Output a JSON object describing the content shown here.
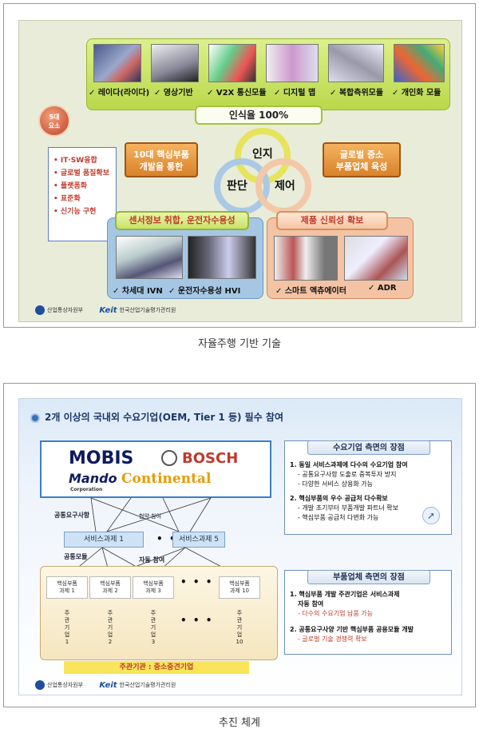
{
  "slide1": {
    "tech_items": [
      "✓ 레이다(라이다)",
      "✓ 영상기반",
      "✓ V2X 통신모듈",
      "✓ 디지털 맵",
      "✓ 복합측위모듈",
      "✓ 개인화 모듈"
    ],
    "recognition_rate": "인식율 100%",
    "circle_label": [
      "5대",
      "요소"
    ],
    "left_list": [
      "• IT·SW융합",
      "• 글로벌 품질확보",
      "• 플랫폼화",
      "• 표준화",
      "• 신기능 구현"
    ],
    "core_parts_box": [
      "10대 핵심부품",
      "개발을 통한"
    ],
    "global_sme_box": [
      "글로벌 중소",
      "부품업체 육성"
    ],
    "circles": [
      "인지",
      "판단",
      "제어"
    ],
    "sensor_fusion": "센서정보 취합, 운전자수용성",
    "reliability": "제품 신뢰성 확보",
    "bottom_left_items": [
      "✓ 차세대 IVN",
      "✓ 운전자수용성 HVI"
    ],
    "bottom_right_items": [
      "✓ 스마트 액츄에이터",
      "✓ ADR"
    ],
    "logo_ministry": "산업통상자원부",
    "logo_keit": "Keit",
    "logo_keit_name": "한국산업기술평가관리원"
  },
  "caption1": "자율주행 기반 기술",
  "slide2": {
    "title": "2개 이상의 국내외 수요기업(OEM, Tier 1 등) 필수 참여",
    "logos": {
      "mobis": "MOBIS",
      "bosch": "BOSCH",
      "mando": "Mando",
      "mando_sub": "Corporation",
      "continental": "Continental"
    },
    "common_requirements": "공통요구사항",
    "coop_labels": [
      "협약",
      "참여"
    ],
    "service1": "서비스과제 1",
    "service5": "서비스과제 5",
    "ellipsis": "• • •",
    "common_module": "공통모듈",
    "auto_join": "자동 참여",
    "core_parts": [
      "핵심부품\n과제 1",
      "핵심부품\n과제 2",
      "핵심부품\n과제 3",
      "핵심부품\n과제 10"
    ],
    "lead_companies": [
      "주관기업1",
      "주관기업2",
      "주관기업3",
      "주관기업10"
    ],
    "lead_org": "주관기관 : 중소중견기업",
    "panel1_title": "수요기업 측면의 장점",
    "panel1_lines": [
      "1. 동일 서비스과제에 다수의 수요기업 참여",
      "- 공통요구사항 도출로 중복투자 방지",
      "- 다양한 서비스 상용화 가능",
      "2. 핵심부품의 우수 공급처 다수확보",
      "- 개발 초기부터 부품개발 파트너 확보",
      "- 핵심부품 공급처 다변화 가능"
    ],
    "panel2_title": "부품업체 측면의 장점",
    "panel2_lines": [
      "1. 핵심부품 개발 주관기업은 서비스과제",
      "자동 참여",
      "- 다수의 수요기업 납품 가능",
      "2. 공통요구사양 기반 핵심부품 공용모듈 개발",
      "- 글로벌 기술 경쟁력 확보"
    ],
    "logo_ministry": "산업통상자원부",
    "logo_keit": "Keit",
    "logo_keit_name": "한국산업기술평가관리원"
  },
  "caption2": "추진 체계"
}
